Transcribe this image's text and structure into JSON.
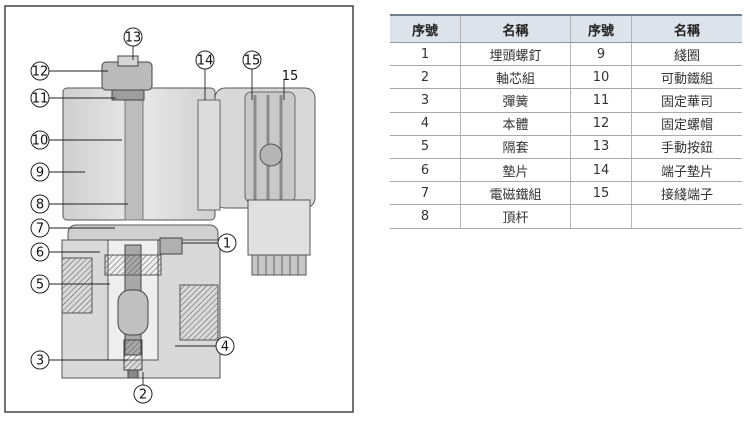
{
  "diagram": {
    "callouts": [
      "1",
      "2",
      "3",
      "4",
      "5",
      "6",
      "7",
      "8",
      "9",
      "10",
      "11",
      "12",
      "13",
      "14",
      "15"
    ]
  },
  "table": {
    "headers": [
      "序號",
      "名稱",
      "序號",
      "名稱"
    ],
    "rows": [
      {
        "no_a": "1",
        "name_a": "埋頭螺釘",
        "no_b": "9",
        "name_b": "綫圈"
      },
      {
        "no_a": "2",
        "name_a": "軸芯組",
        "no_b": "10",
        "name_b": "可動鐵組"
      },
      {
        "no_a": "3",
        "name_a": "彈簧",
        "no_b": "11",
        "name_b": "固定華司"
      },
      {
        "no_a": "4",
        "name_a": "本體",
        "no_b": "12",
        "name_b": "固定螺帽"
      },
      {
        "no_a": "5",
        "name_a": "隔套",
        "no_b": "13",
        "name_b": "手動按鈕"
      },
      {
        "no_a": "6",
        "name_a": "墊片",
        "no_b": "14",
        "name_b": "端子墊片"
      },
      {
        "no_a": "7",
        "name_a": "電磁鐵組",
        "no_b": "15",
        "name_b": "接綫端子"
      },
      {
        "no_a": "8",
        "name_a": "頂杆",
        "no_b": "",
        "name_b": ""
      }
    ]
  }
}
